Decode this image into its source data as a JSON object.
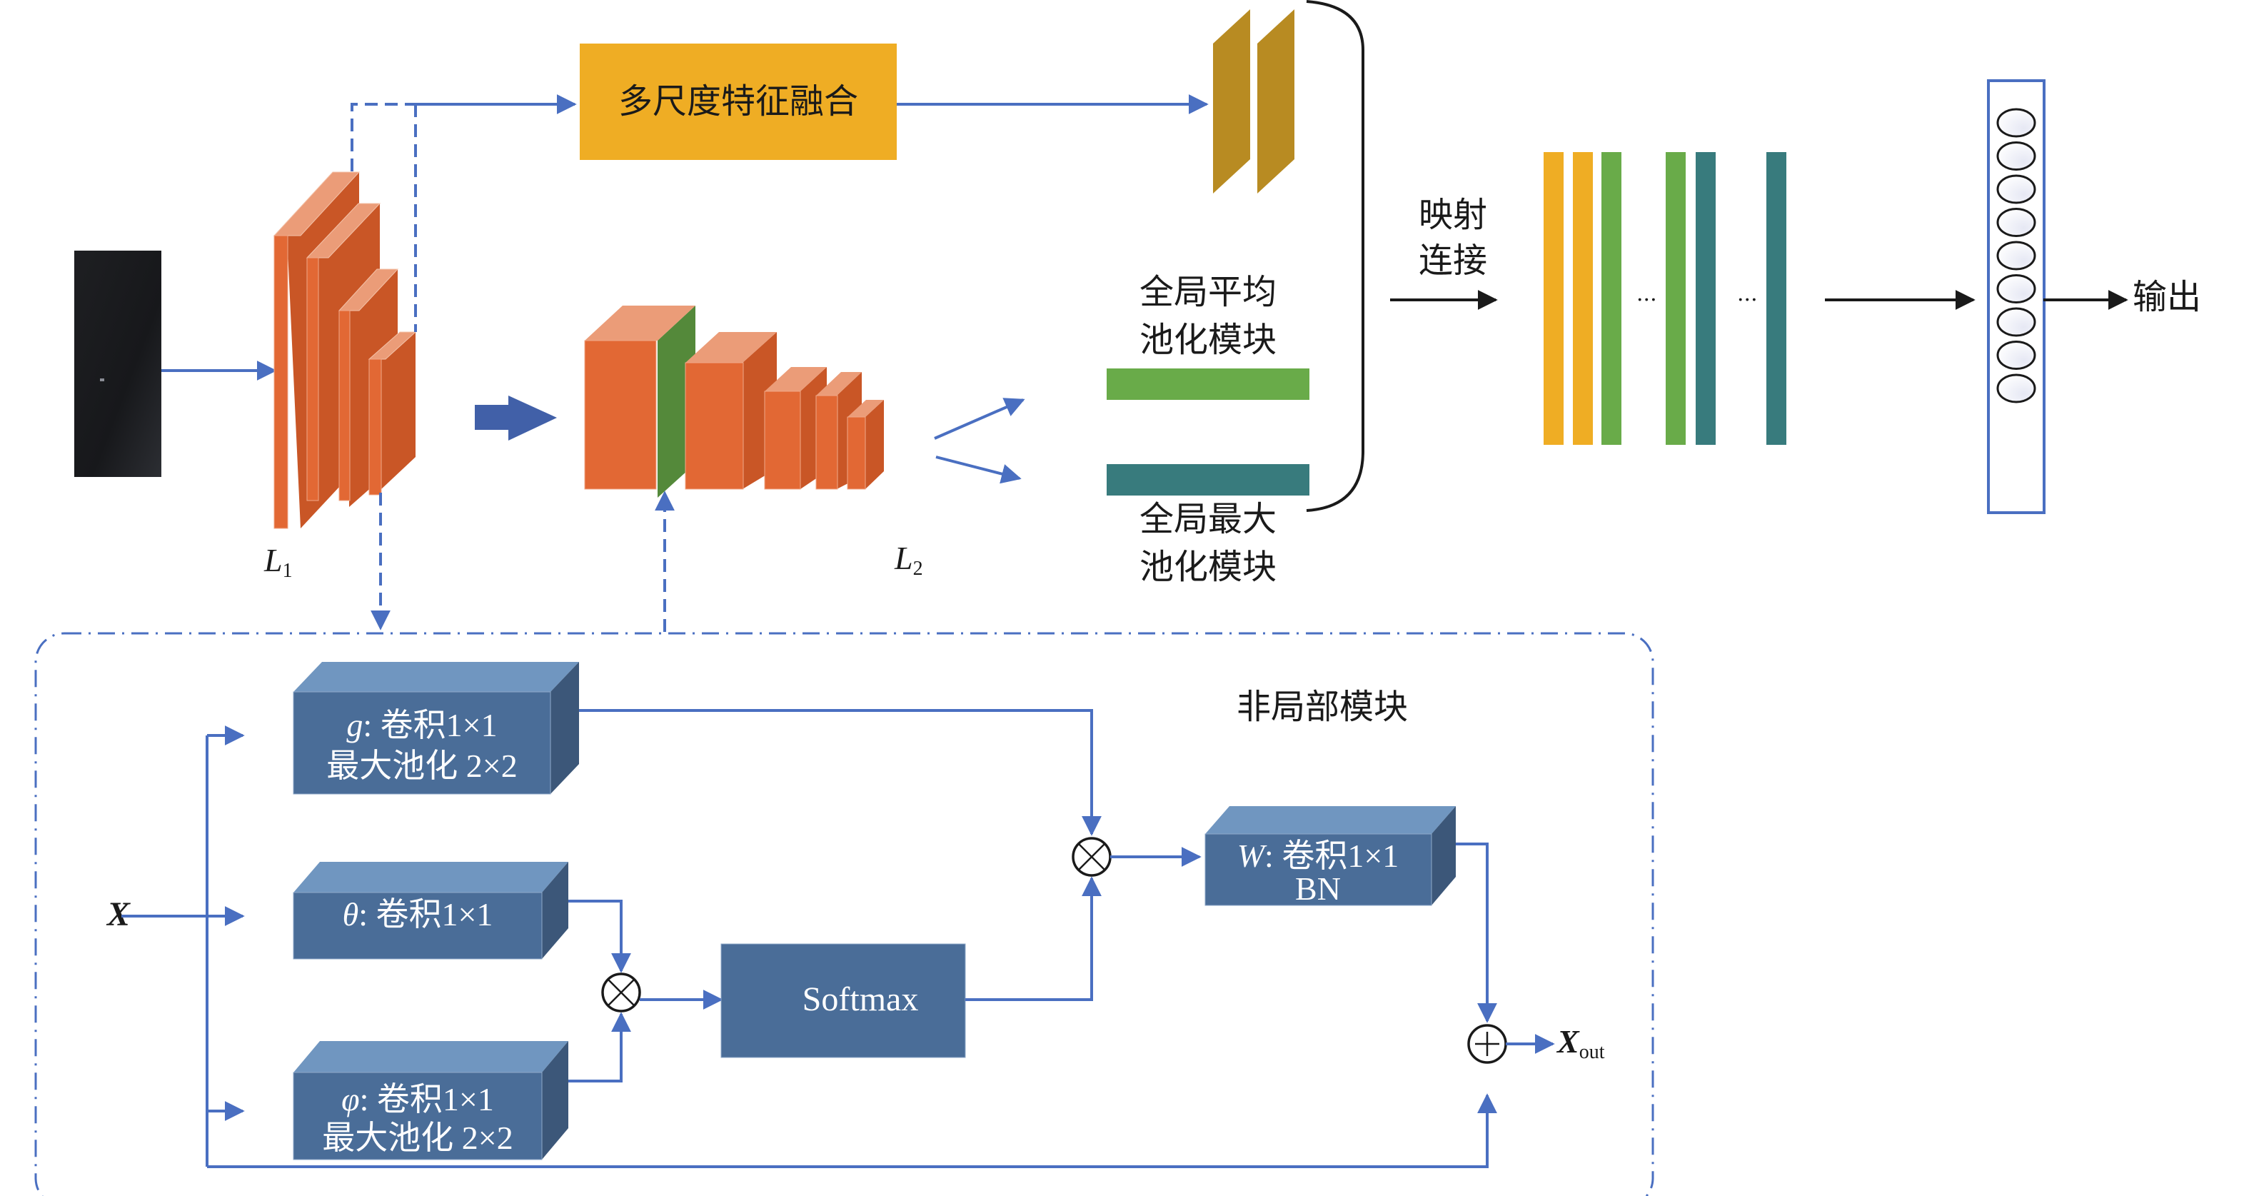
{
  "diagram": {
    "colors": {
      "arrow_blue": "#4a6fc1",
      "orange_front": "#e26834",
      "orange_side": "#c95626",
      "orange_top": "#eb9c78",
      "green_face": "#54893a",
      "fusion_box": "#efad24",
      "gold_slab": "#b88b22",
      "avg_pool_green": "#69ab49",
      "max_pool_teal": "#387b7d",
      "block_blue_front": "#4a6d98",
      "block_blue_top": "#7096c0",
      "block_blue_side": "#3c5779",
      "neuron_box_border": "#4a6fc1",
      "black": "#1a1a1a"
    },
    "top": {
      "fusion_label": "多尺度特征融合",
      "L1_label": "L",
      "L1_sub": "1",
      "L2_label": "L",
      "L2_sub": "2",
      "avg_pool_line1": "全局平均",
      "avg_pool_line2": "池化模块",
      "max_pool_line1": "全局最大",
      "max_pool_line2": "池化模块",
      "mapping_line1": "映射",
      "mapping_line2": "连接",
      "ellipsis1": "···",
      "ellipsis2": "···",
      "output_label": "输出",
      "flatten_bars": [
        "orange",
        "orange",
        "green",
        "gap",
        "green",
        "teal",
        "gap",
        "teal"
      ],
      "neuron_count": 9
    },
    "nonlocal": {
      "title": "非局部模块",
      "input_label": "X",
      "output_label": "X",
      "output_sub": "out",
      "g_block": {
        "symbol": "g",
        "line1_rest": ": 卷积1×1",
        "line2": "最大池化 2×2"
      },
      "theta_block": {
        "symbol": "θ",
        "line1_rest": ": 卷积1×1"
      },
      "phi_block": {
        "symbol": "φ",
        "line1_rest": ": 卷积1×1",
        "line2": "最大池化 2×2"
      },
      "softmax_label": "Softmax",
      "w_block": {
        "symbol": "W",
        "line1_rest": ": 卷积1×1",
        "line2": "BN"
      },
      "multiply_symbol": "⊗",
      "add_symbol": "⊕"
    }
  }
}
